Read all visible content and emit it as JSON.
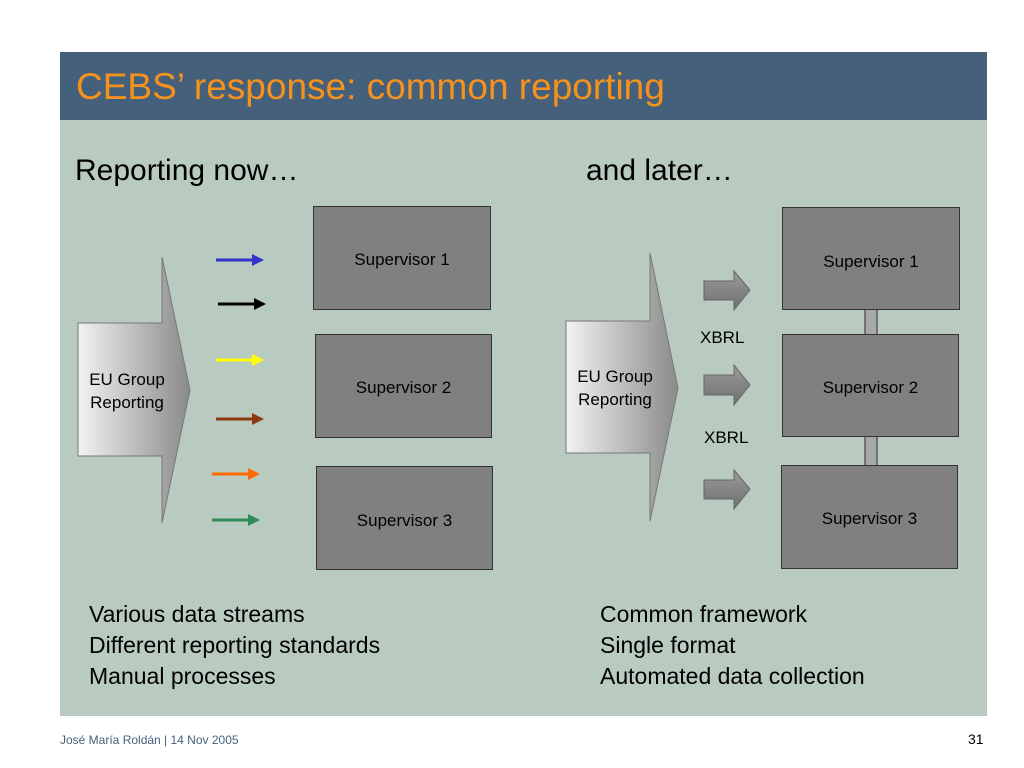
{
  "slide": {
    "title": "CEBS’ response: common reporting",
    "left_heading": "Reporting now…",
    "right_heading": "and later…"
  },
  "left_diagram": {
    "source_label_line1": "EU Group",
    "source_label_line2": "Reporting",
    "supervisors": [
      "Supervisor 1",
      "Supervisor 2",
      "Supervisor 3"
    ],
    "stream_colors": [
      "#3333cc",
      "#000000",
      "#ffff00",
      "#8b3a10",
      "#ff6a00",
      "#2e8b57"
    ]
  },
  "right_diagram": {
    "source_label_line1": "EU Group",
    "source_label_line2": "Reporting",
    "supervisors": [
      "Supervisor 1",
      "Supervisor 2",
      "Supervisor 3"
    ],
    "xbrl_labels": [
      "XBRL",
      "XBRL"
    ]
  },
  "left_bullets": [
    "Various data streams",
    "Different reporting standards",
    "Manual processes"
  ],
  "right_bullets": [
    "Common framework",
    "Single format",
    "Automated data collection"
  ],
  "footer": {
    "author_date": "José María Roldán | 14 Nov 2005",
    "page_number": "31"
  }
}
